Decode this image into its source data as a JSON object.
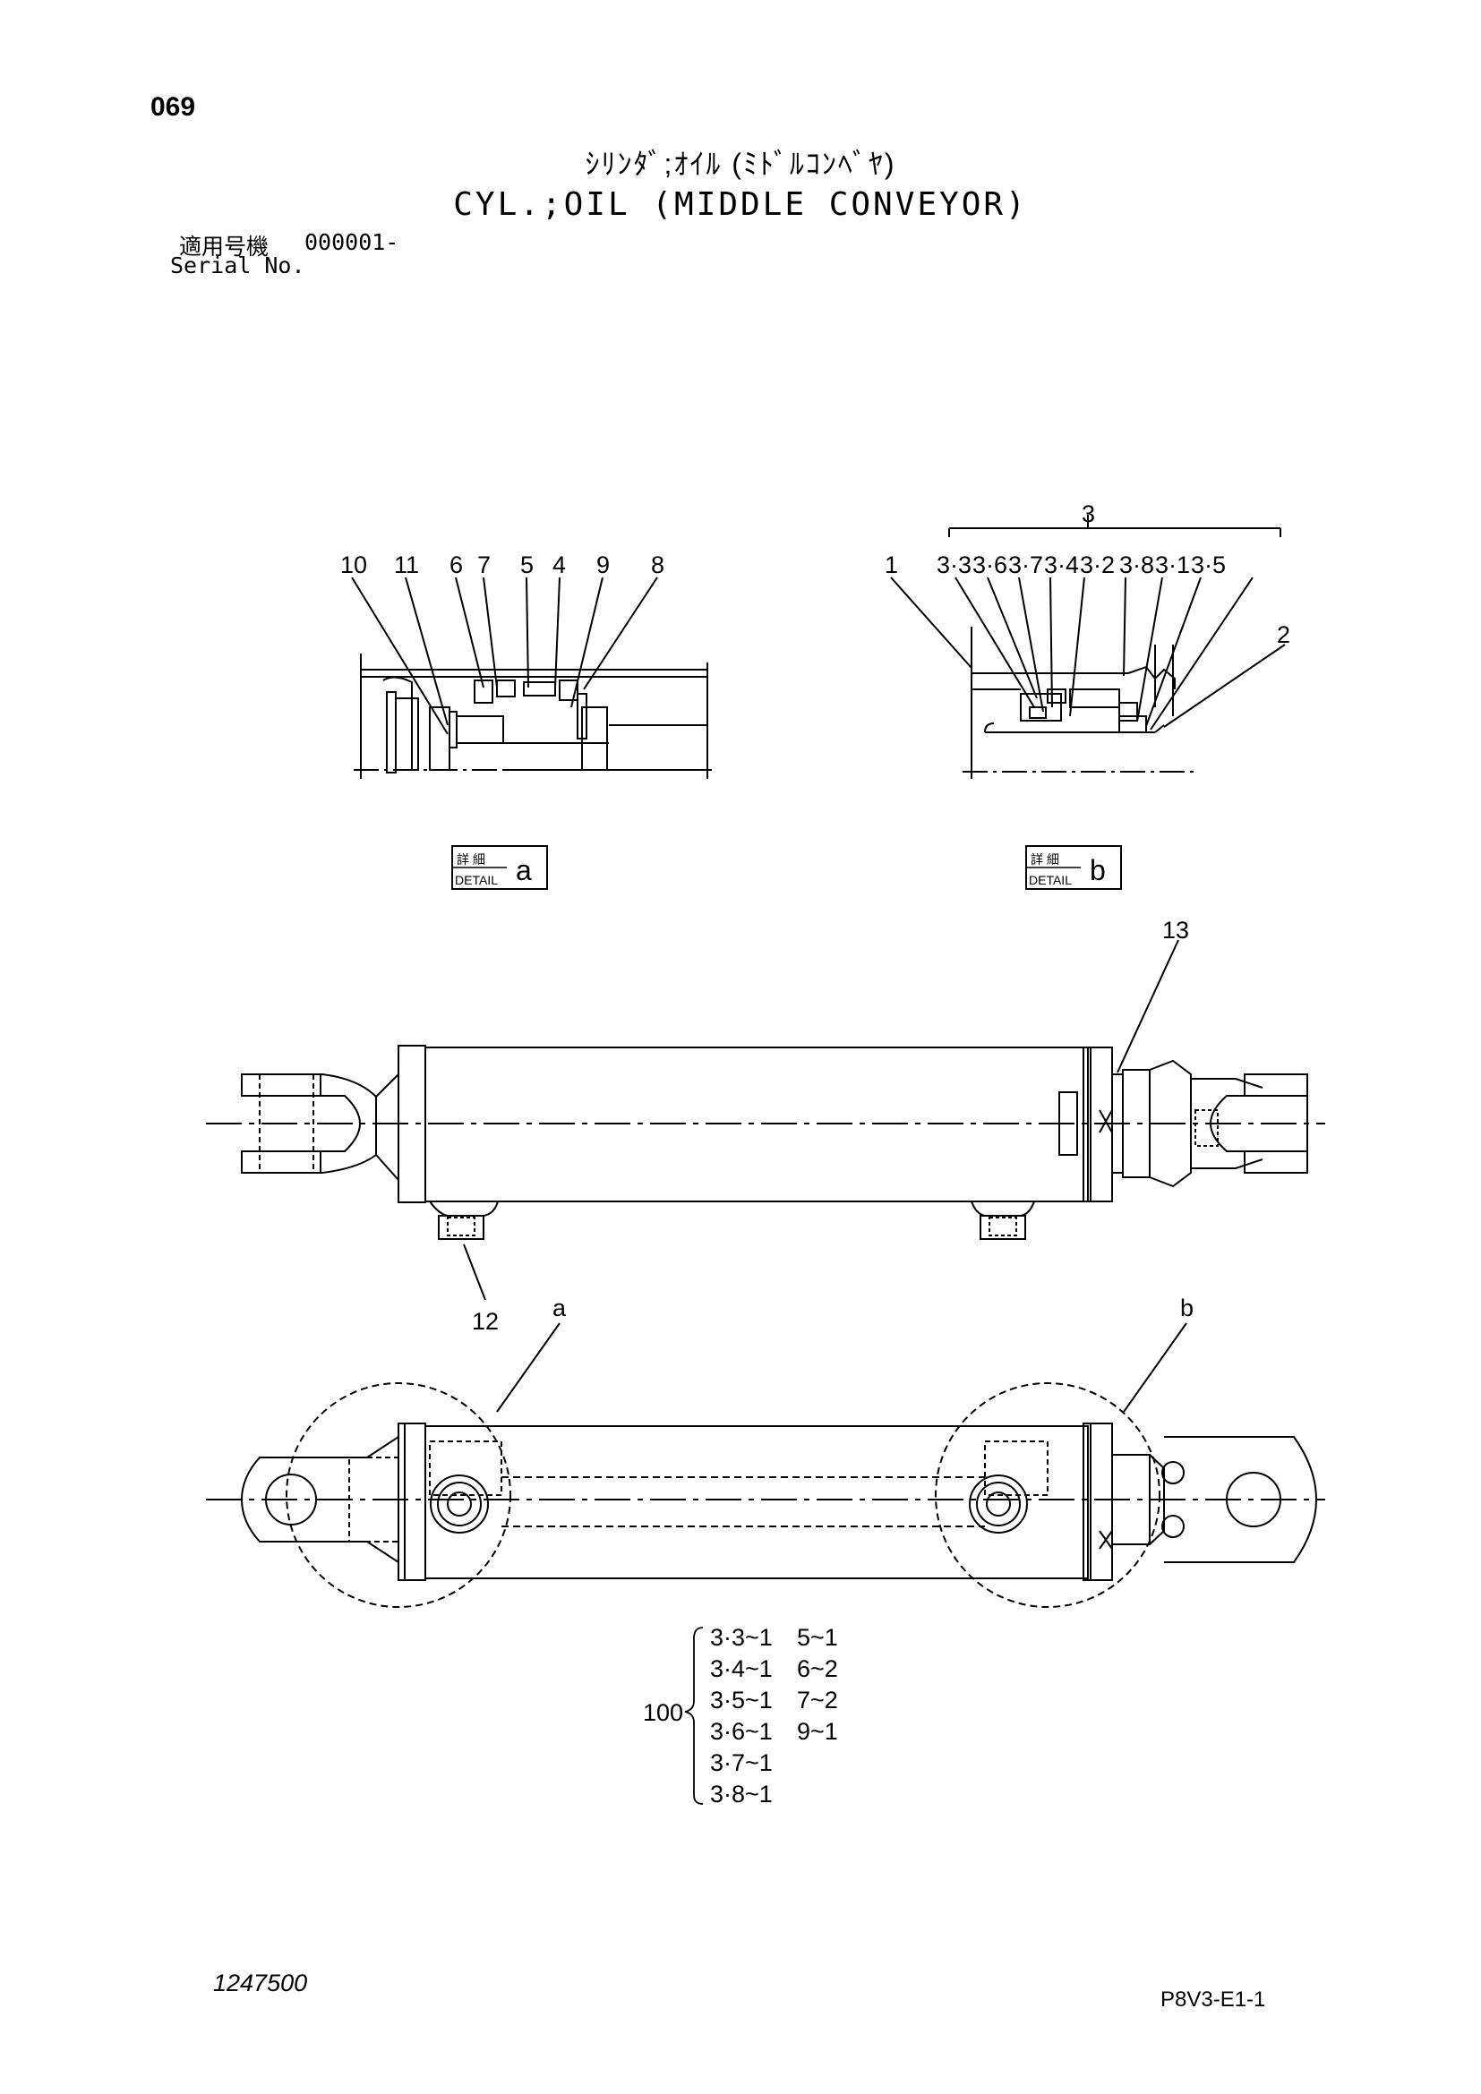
{
  "header": {
    "page_number": "069",
    "title_jp": "ｼﾘﾝﾀﾞ;ｵｲﾙ (ﾐﾄﾞﾙｺﾝﾍﾞﾔ)",
    "title_en": "CYL.;OIL (MIDDLE CONVEYOR)",
    "serial_label_jp": "適用号機",
    "serial_value": "000001-",
    "serial_label_en": "Serial No."
  },
  "detail_a": {
    "labels": [
      "10",
      "11",
      "6",
      "7",
      "5",
      "4",
      "9",
      "8"
    ],
    "badge_jp": "詳 細",
    "badge_en": "DETAIL",
    "badge_letter": "a"
  },
  "detail_b": {
    "group_label": "3",
    "labels": [
      "1",
      "3·3",
      "3·6",
      "3·7",
      "3·4",
      "3·2",
      "3·8",
      "3·1",
      "3·5"
    ],
    "side_label": "2",
    "badge_jp": "詳 細",
    "badge_en": "DETAIL",
    "badge_letter": "b"
  },
  "main_view": {
    "label_13": "13",
    "label_12": "12"
  },
  "plan_view": {
    "label_a": "a",
    "label_b": "b"
  },
  "kit_list": {
    "label": "100",
    "col1": [
      "3·3~1",
      "3·4~1",
      "3·5~1",
      "3·6~1",
      "3·7~1",
      "3·8~1"
    ],
    "col2": [
      "5~1",
      "6~2",
      "7~2",
      "9~1"
    ]
  },
  "footer": {
    "doc_id": "1247500",
    "sheet_id": "P8V3-E1-1"
  }
}
